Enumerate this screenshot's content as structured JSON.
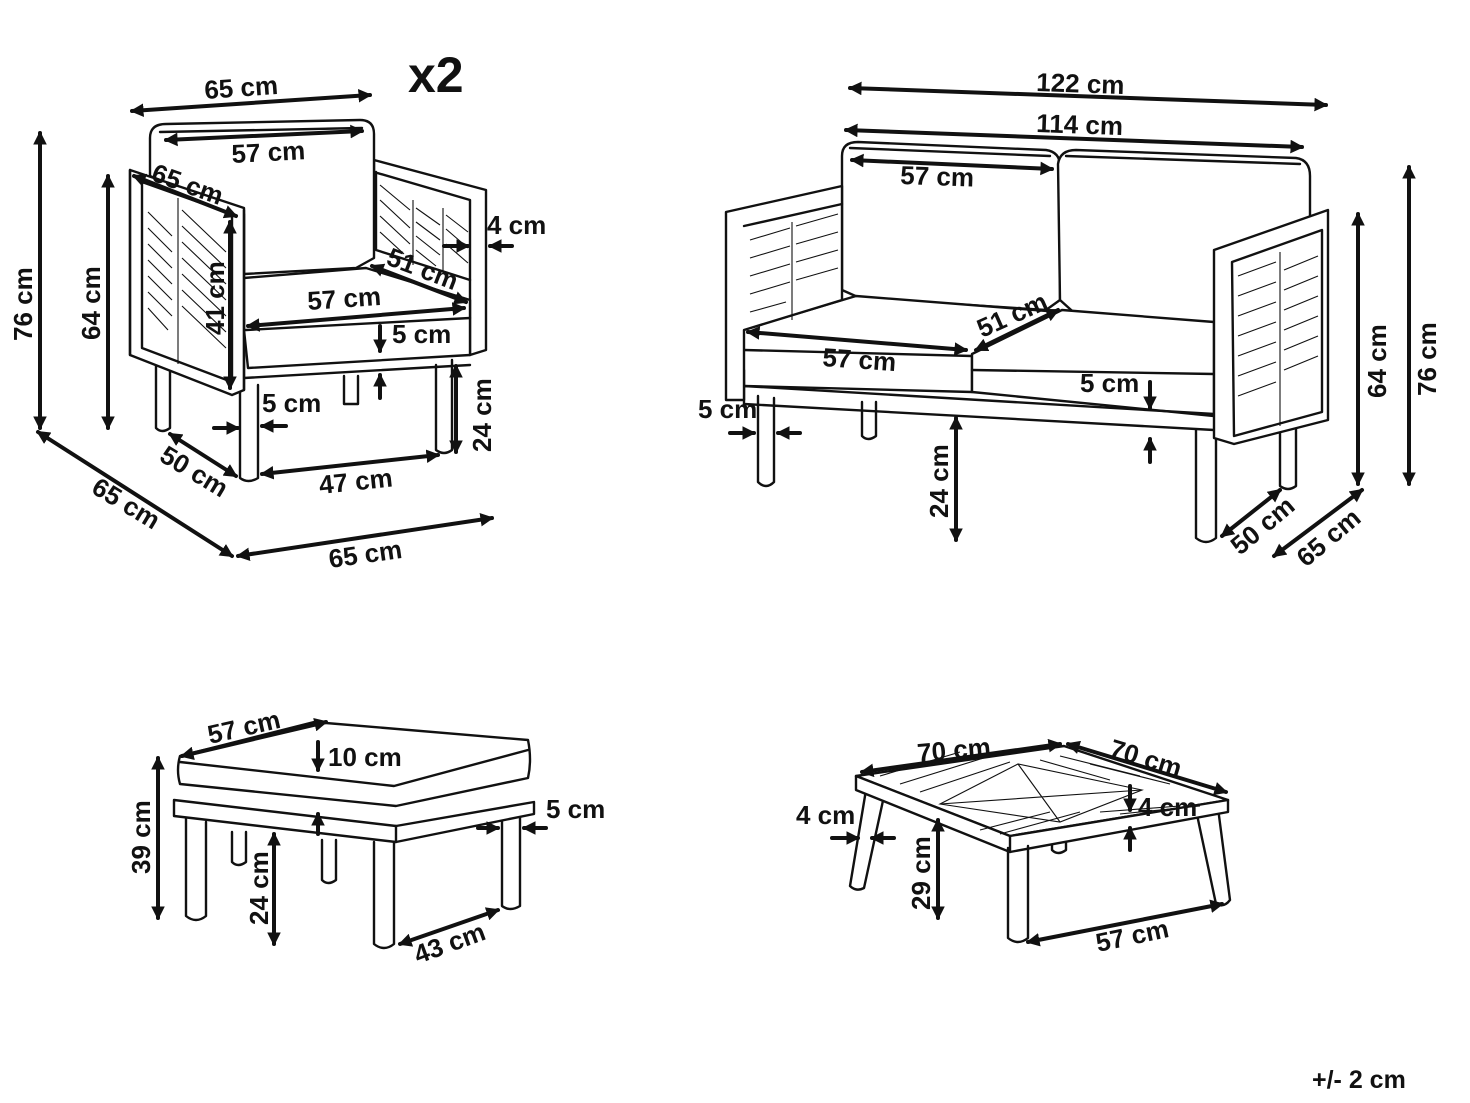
{
  "armchair": {
    "quantity": "x2",
    "overall_width": "65 cm",
    "backrest_width": "57 cm",
    "arm_depth": "65 cm",
    "arm_thickness": "4 cm",
    "seat_depth": "51 cm",
    "seat_width": "57 cm",
    "cushion_thickness": "5 cm",
    "backrest_height": "41 cm",
    "overall_height": "76 cm",
    "arm_height": "64 cm",
    "leg_thickness": "5 cm",
    "leg_height": "24 cm",
    "leg_depth_spacing": "50 cm",
    "leg_width_spacing": "47 cm",
    "footprint_depth": "65 cm",
    "footprint_width": "65 cm"
  },
  "sofa": {
    "overall_width": "122 cm",
    "inner_width": "114 cm",
    "backrest_width": "57 cm",
    "seat_depth": "51 cm",
    "seat_width": "57 cm",
    "cushion_thickness": "5 cm",
    "leg_thickness": "5 cm",
    "leg_height": "24 cm",
    "arm_height": "64 cm",
    "overall_height": "76 cm",
    "leg_depth_spacing": "50 cm",
    "footprint_depth": "65 cm"
  },
  "ottoman": {
    "cushion_width": "57 cm",
    "cushion_thickness": "10 cm",
    "overall_height": "39 cm",
    "frame_thickness": "5 cm",
    "leg_height": "24 cm",
    "leg_spacing": "43 cm"
  },
  "coffee_table": {
    "width": "70 cm",
    "depth": "70 cm",
    "leg_thickness": "4 cm",
    "top_thickness": "4 cm",
    "leg_height": "29 cm",
    "leg_spacing": "57 cm"
  },
  "tolerance": "+/- 2 cm"
}
